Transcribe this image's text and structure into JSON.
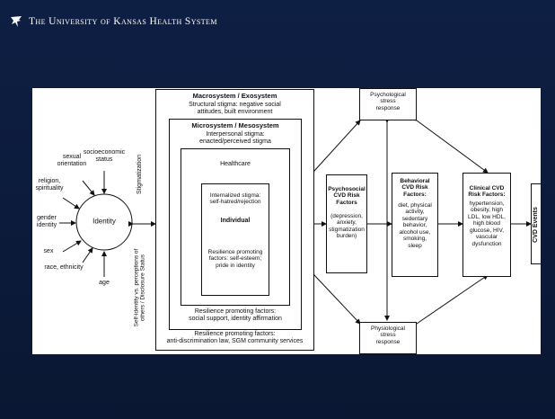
{
  "header": {
    "title": "The University of Kansas Health System",
    "logo_icon": "jayhawk-logo-icon"
  },
  "diagram": {
    "identity_factors": {
      "sexual_orientation": "sexual\norientation",
      "socioeconomic": "socioeconomic\nstatus",
      "religion": "religion,\nspirituality",
      "gender": "gender\nidentity",
      "sex": "sex",
      "race": "race, ethnicity",
      "age": "age",
      "identity": "Identity"
    },
    "stigmatization_label": "Stigmatization",
    "self_identity_label": "Self-identity vs. perceptions of\nothers / Disclosure Status",
    "macro": {
      "title": "Macrosystem / Exosystem",
      "text": "Structural stigma: negative social\nattitudes, built environment",
      "footer": "Resilience promoting factors:\nanti-discrimination law, SGM community services"
    },
    "micro": {
      "title": "Microsystem / Mesosystem",
      "text": "Interpersonal stigma:\nenacted/perceived stigma",
      "footer": "Resilience promoting factors:\nsocial support, identity affirmation"
    },
    "healthcare": "Healthcare",
    "individual": {
      "text": "Internalized stigma:\nself-hatred/rejection",
      "title": "Individual",
      "resilience": "Resilience promoting\nfactors: self-esteem;\npride in identity"
    },
    "psychosocial": {
      "title": "Psychosocial\nCVD Risk\nFactors",
      "text": "(depression,\nanxiety,\nstigmatization\nburden)"
    },
    "behavioral": {
      "title": "Behavioral\nCVD Risk\nFactors:",
      "text": "diet, physical\nactivity,\nsedentary\nbehavior,\nalcohol use,\nsmoking,\nsleep"
    },
    "clinical": {
      "title": "Clinical CVD\nRisk Factors:",
      "text": "hypertension,\nobesity, high\nLDL, low HDL,\nhigh blood\nglucose, HIV,\nvascular\ndysfunction"
    },
    "psych_stress": "Psychological\nstress\nresponse",
    "physio_stress": "Physiological\nstress\nresponse",
    "cvd_events": "CVD Events"
  }
}
